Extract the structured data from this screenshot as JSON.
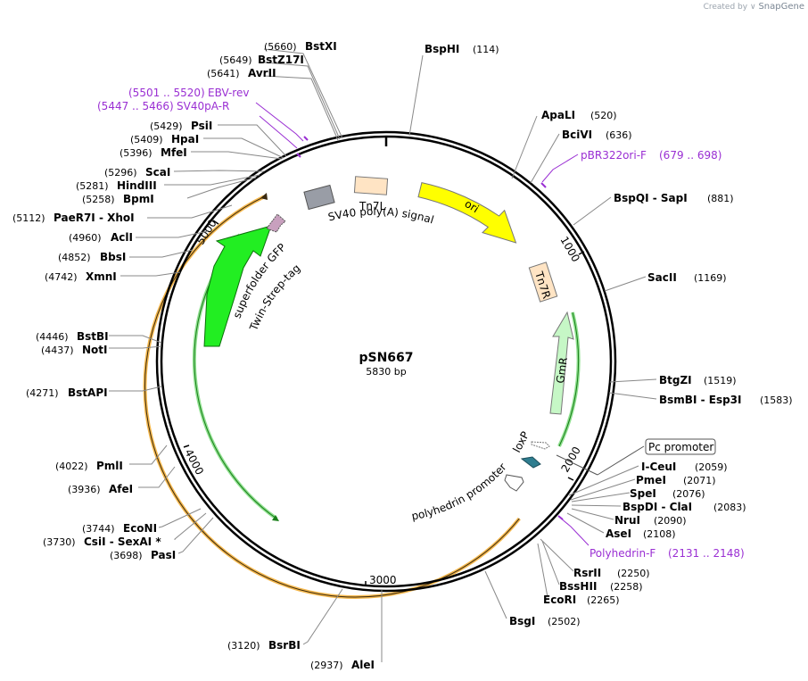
{
  "credit": {
    "prefix": "Created by",
    "brand": "SnapGene"
  },
  "plasmid": {
    "name": "pSN667",
    "size_label": "5830 bp",
    "length": 5830
  },
  "ticks": [
    "1000",
    "2000",
    "3000",
    "4000",
    "5000"
  ],
  "sites": [
    {
      "name": "BstXI",
      "pos": "(5660)"
    },
    {
      "name": "BstZ17I",
      "pos": "(5649)"
    },
    {
      "name": "AvrII",
      "pos": "(5641)"
    },
    {
      "name": "PsiI",
      "pos": "(5429)"
    },
    {
      "name": "HpaI",
      "pos": "(5409)"
    },
    {
      "name": "MfeI",
      "pos": "(5396)"
    },
    {
      "name": "ScaI",
      "pos": "(5296)"
    },
    {
      "name": "HindIII",
      "pos": "(5281)"
    },
    {
      "name": "BpmI",
      "pos": "(5258)"
    },
    {
      "name": "PaeR7I - XhoI",
      "pos": "(5112)"
    },
    {
      "name": "AclI",
      "pos": "(4960)"
    },
    {
      "name": "BbsI",
      "pos": "(4852)"
    },
    {
      "name": "XmnI",
      "pos": "(4742)"
    },
    {
      "name": "BstBI",
      "pos": "(4446)"
    },
    {
      "name": "NotI",
      "pos": "(4437)"
    },
    {
      "name": "BstAPI",
      "pos": "(4271)"
    },
    {
      "name": "PmlI",
      "pos": "(4022)"
    },
    {
      "name": "AfeI",
      "pos": "(3936)"
    },
    {
      "name": "EcoNI",
      "pos": "(3744)"
    },
    {
      "name": "CsiI - SexAI *",
      "pos": "(3730)"
    },
    {
      "name": "PasI",
      "pos": "(3698)"
    },
    {
      "name": "BsrBI",
      "pos": "(3120)"
    },
    {
      "name": "AleI",
      "pos": "(2937)"
    },
    {
      "name": "BspHI",
      "pos": "(114)"
    },
    {
      "name": "ApaLI",
      "pos": "(520)"
    },
    {
      "name": "BciVI",
      "pos": "(636)"
    },
    {
      "name": "BspQI - SapI",
      "pos": "(881)"
    },
    {
      "name": "SacII",
      "pos": "(1169)"
    },
    {
      "name": "BtgZI",
      "pos": "(1519)"
    },
    {
      "name": "BsmBI - Esp3I",
      "pos": "(1583)"
    },
    {
      "name": "I-CeuI",
      "pos": "(2059)"
    },
    {
      "name": "PmeI",
      "pos": "(2071)"
    },
    {
      "name": "SpeI",
      "pos": "(2076)"
    },
    {
      "name": "BspDI - ClaI",
      "pos": "(2083)"
    },
    {
      "name": "NruI",
      "pos": "(2090)"
    },
    {
      "name": "AseI",
      "pos": "(2108)"
    },
    {
      "name": "RsrII",
      "pos": "(2250)"
    },
    {
      "name": "BssHII",
      "pos": "(2258)"
    },
    {
      "name": "EcoRI",
      "pos": "(2265)"
    },
    {
      "name": "BsgI",
      "pos": "(2502)"
    }
  ],
  "primers": [
    {
      "name": "EBV-rev",
      "pos": "(5501 .. 5520)"
    },
    {
      "name": "SV40pA-R",
      "pos": "(5447 .. 5466)"
    },
    {
      "name": "pBR322ori-F",
      "pos": "(679 .. 698)"
    },
    {
      "name": "Polyhedrin-F",
      "pos": "(2131 .. 2148)"
    }
  ],
  "features": [
    {
      "name": "ori",
      "color": "#ffff00"
    },
    {
      "name": "Tn7L",
      "color": "#ffe4c4"
    },
    {
      "name": "SV40 poly(A) signal",
      "color": "#999da6"
    },
    {
      "name": "Tn7R",
      "color": "#ffe4c4"
    },
    {
      "name": "GmR",
      "color": "#c6f7c6"
    },
    {
      "name": "loxP",
      "color": "#ffffff"
    },
    {
      "name": "Pc promoter",
      "color": "#ffffff"
    },
    {
      "name": "polyhedrin promoter",
      "color": "#ffffff"
    },
    {
      "name": "superfolder GFP",
      "color": "#22ee22"
    },
    {
      "name": "Twin-Strep-tag",
      "color": "#c8a0be"
    },
    {
      "name": "",
      "color": "#2e7d8f"
    }
  ],
  "colors": {
    "backbone": "#000000",
    "orf_outer": "#f5b84d",
    "orf_inner": "#1a8f1a",
    "primer": "#9a2fd3"
  }
}
